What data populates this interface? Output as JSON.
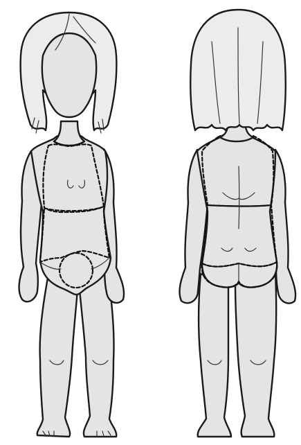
{
  "colors": {
    "skin": "#e4e4e4",
    "hair": "#ececec",
    "region": "#bdbdbd",
    "line": "#1a1a1a",
    "background": "#ffffff"
  },
  "figures": [
    {
      "id": "front",
      "view": "front",
      "regions": [
        "neck-to-chest",
        "midriff",
        "pelvic-circle"
      ]
    },
    {
      "id": "back",
      "view": "back",
      "regions": [
        "upper-back",
        "lower-back",
        "buttocks"
      ]
    }
  ]
}
